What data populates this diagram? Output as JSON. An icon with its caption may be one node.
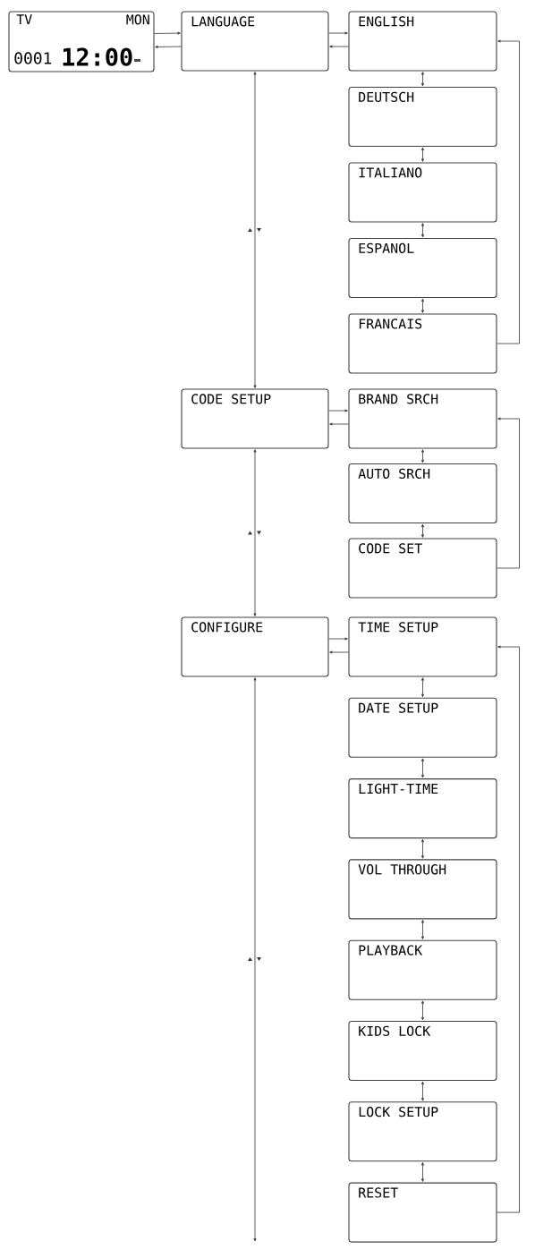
{
  "diagram": {
    "nodes": [
      {
        "text": [
          "TV",
          "MON",
          "0001",
          "12:00"
        ]
      },
      {
        "text": [
          "LANGUAGE"
        ]
      },
      {
        "text": [
          "ENGLISH"
        ]
      },
      {
        "text": [
          "DEUTSCH"
        ]
      },
      {
        "text": [
          "ITALIANO"
        ]
      },
      {
        "text": [
          "ESPANOL"
        ]
      },
      {
        "text": [
          "FRANCAIS"
        ]
      },
      {
        "text": [
          "CODE SETUP"
        ]
      },
      {
        "text": [
          "BRAND SRCH"
        ]
      },
      {
        "text": [
          "AUTO SRCH"
        ]
      },
      {
        "text": [
          "CODE SET"
        ]
      },
      {
        "text": [
          "CONFIGURE"
        ]
      },
      {
        "text": [
          "TIME SETUP"
        ]
      },
      {
        "text": [
          "DATE SETUP"
        ]
      },
      {
        "text": [
          "LIGHT-TIME"
        ]
      },
      {
        "text": [
          "VOL THROUGH"
        ]
      },
      {
        "text": [
          "PLAYBACK"
        ]
      },
      {
        "text": [
          "KIDS LOCK"
        ]
      },
      {
        "text": [
          "LOCK SETUP"
        ]
      },
      {
        "text": [
          "RESET"
        ]
      }
    ],
    "edges": [
      {
        "from": 0,
        "to": 1,
        "arrow": "to"
      },
      {
        "from": 1,
        "to": 0,
        "arrow": "to"
      },
      {
        "from": 1,
        "to": 2,
        "arrow": "to"
      },
      {
        "from": 2,
        "to": 1,
        "arrow": "to"
      },
      {
        "from": 2,
        "to": 3,
        "arrow": "both"
      },
      {
        "from": 3,
        "to": 4,
        "arrow": "both"
      },
      {
        "from": 4,
        "to": 5,
        "arrow": "both"
      },
      {
        "from": 5,
        "to": 6,
        "arrow": "both"
      },
      {
        "from": 6,
        "to": 2,
        "arrow": "to"
      },
      {
        "from": 1,
        "to": 7,
        "arrow": "both"
      },
      {
        "from": 7,
        "to": 8,
        "arrow": "to"
      },
      {
        "from": 8,
        "to": 7,
        "arrow": "to"
      },
      {
        "from": 8,
        "to": 9,
        "arrow": "both"
      },
      {
        "from": 9,
        "to": 10,
        "arrow": "both"
      },
      {
        "from": 10,
        "to": 8,
        "arrow": "to"
      },
      {
        "from": 7,
        "to": 11,
        "arrow": "both"
      },
      {
        "from": 11,
        "to": 12,
        "arrow": "to"
      },
      {
        "from": 12,
        "to": 11,
        "arrow": "to"
      },
      {
        "from": 12,
        "to": 13,
        "arrow": "both"
      },
      {
        "from": 13,
        "to": 14,
        "arrow": "both"
      },
      {
        "from": 14,
        "to": 15,
        "arrow": "both"
      },
      {
        "from": 15,
        "to": 16,
        "arrow": "both"
      },
      {
        "from": 16,
        "to": 17,
        "arrow": "both"
      },
      {
        "from": 17,
        "to": 18,
        "arrow": "both"
      },
      {
        "from": 18,
        "to": 19,
        "arrow": "both"
      },
      {
        "from": 19,
        "to": 12,
        "arrow": "to"
      },
      {
        "from": 11,
        "to": null,
        "arrow": "both"
      }
    ]
  }
}
